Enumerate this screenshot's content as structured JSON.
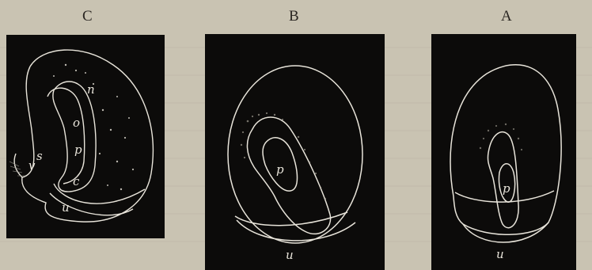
{
  "figures": [
    {
      "id": "C",
      "label": "C",
      "markers": [
        "n",
        "o",
        "p",
        "c",
        "u",
        "v",
        "s"
      ]
    },
    {
      "id": "B",
      "label": "B",
      "markers": [
        "p",
        "u"
      ]
    },
    {
      "id": "A",
      "label": "A",
      "markers": [
        "p",
        "u"
      ]
    }
  ],
  "colors": {
    "paper": "#c9c3b2",
    "panel": "#0c0b0a",
    "line": "#e8e4da"
  }
}
